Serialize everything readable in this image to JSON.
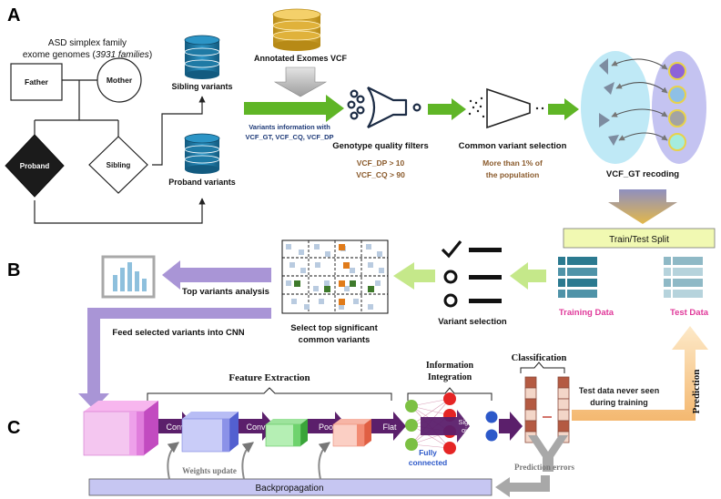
{
  "panels": {
    "a": "A",
    "b": "B",
    "c": "C"
  },
  "pedigree": {
    "title_line1": "ASD simplex family",
    "title_line2_prefix": "exome genomes (",
    "title_line2_italic": "3931 families",
    "title_line2_suffix": ")",
    "father": "Father",
    "mother": "Mother",
    "proband": "Proband",
    "sibling": "Sibling"
  },
  "variants": {
    "sibling_variants": "Sibling variants",
    "proband_variants": "Proband variants",
    "annotated_vcf": "Annotated Exomes VCF",
    "info_line1": "Variants information with",
    "info_line2": "VCF_GT, VCF_CQ, VCF_DP"
  },
  "filters": {
    "genotype_title": "Genotype quality filters",
    "dp_rule": "VCF_DP > 10",
    "cq_rule": "VCF_CQ > 90",
    "common_title": "Common variant selection",
    "common_line1": "More than 1% of",
    "common_line2": "the population",
    "recoding": "VCF_GT recoding"
  },
  "split": {
    "title": "Train/Test Split",
    "training": "Training Data",
    "test": "Test Data"
  },
  "selection": {
    "variant_selection": "Variant selection",
    "top_line1": "Select top significant",
    "top_line2": "common variants",
    "top_analysis": "Top variants analysis",
    "feed_cnn": "Feed selected variants into CNN"
  },
  "cnn": {
    "feature_extraction": "Feature Extraction",
    "info_int_line1": "Information",
    "info_int_line2": "Integration",
    "classification": "Classification",
    "conv1": "Conv",
    "conv2": "Conv",
    "pool": "Pool",
    "flat": "Flat",
    "sigmoid_line1": "Sigm",
    "sigmoid_line2": "oid",
    "fully_line1": "Fully",
    "fully_line2": "connected",
    "test_note_line1": "Test data never seen",
    "test_note_line2": "during training",
    "prediction": "Prediction",
    "prediction_errors": "Prediction errors",
    "weights_update": "Weights update",
    "backpropagation": "Backpropagation"
  },
  "colors": {
    "green_arrow": "#5fb526",
    "light_green_arrow": "#c5e88a",
    "purple_arrow": "#a995d6",
    "dark_purple": "#5b1f6b",
    "db_blue": "#1f7aa5",
    "pink_label": "#e0399a",
    "brown_text": "#8a5a2b",
    "navy_text": "#1e3a78",
    "split_bar": "#f1f9b2"
  }
}
